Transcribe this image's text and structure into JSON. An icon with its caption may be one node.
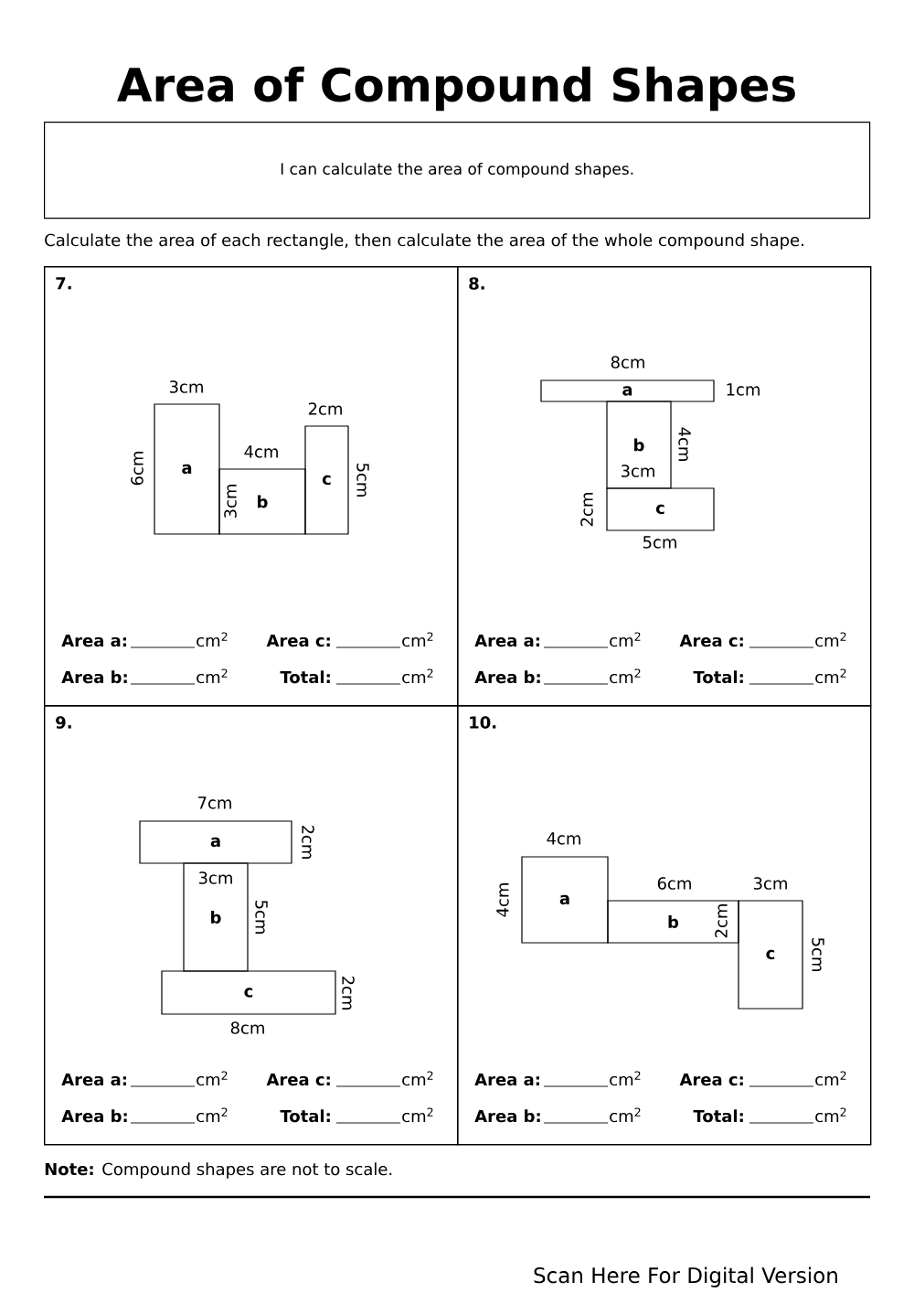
{
  "diagram": {
    "title": "Area of Compound Shapes",
    "nodes": [
      {
        "text": [
          "I can calculate the area of compound shapes."
        ]
      },
      {
        "text": [
          "7."
        ]
      },
      {
        "text": [
          "a"
        ],
        "in": 1
      },
      {
        "text": [
          "b"
        ],
        "in": 1
      },
      {
        "text": [
          "c"
        ],
        "in": 1
      },
      {
        "text": [
          "8."
        ]
      },
      {
        "text": [
          "a"
        ],
        "in": 5
      },
      {
        "text": [
          "b"
        ],
        "in": 5
      },
      {
        "text": [
          "c"
        ],
        "in": 5
      },
      {
        "text": [
          "9."
        ]
      },
      {
        "text": [
          "a"
        ],
        "in": 9
      },
      {
        "text": [
          "b"
        ],
        "in": 9
      },
      {
        "text": [
          "c"
        ],
        "in": 9
      },
      {
        "text": [
          "10."
        ]
      },
      {
        "text": [
          "a"
        ],
        "in": 13
      },
      {
        "text": [
          "b"
        ],
        "in": 13
      },
      {
        "text": [
          "c"
        ],
        "in": 13
      }
    ],
    "edges": [],
    "labels": [
      "Calculate the area of each rectangle, then calculate the area of the whole compound shape.",
      "3cm",
      "2cm",
      "4cm",
      "6cm",
      "3cm",
      "5cm",
      "Area a:",
      "cm$^{2}$",
      "Area c:",
      "cm$^{2}$",
      "Area b:",
      "cm$^{2}$",
      "Total:",
      "cm$^{2}$",
      "8cm",
      "1cm",
      "4cm",
      "3cm",
      "2cm",
      "5cm",
      "Area a:",
      "cm$^{2}$",
      "Area c:",
      "cm$^{2}$",
      "Area b:",
      "cm$^{2}$",
      "Total:",
      "cm$^{2}$",
      "7cm",
      "2cm",
      "3cm",
      "5cm",
      "2cm",
      "8cm",
      "Area a:",
      "cm$^{2}$",
      "Area c:",
      "cm$^{2}$",
      "Area b:",
      "cm$^{2}$",
      "Total:",
      "cm$^{2}$",
      "4cm",
      "6cm",
      "3cm",
      "4cm",
      "2cm",
      "5cm",
      "Area a:",
      "cm$^{2}$",
      "Area c:",
      "cm$^{2}$",
      "Area b:",
      "cm$^{2}$",
      "Total:",
      "cm$^{2}$",
      "**Note:** Compound shapes are not to scale.",
      "Scan Here For Digital Version"
    ]
  }
}
